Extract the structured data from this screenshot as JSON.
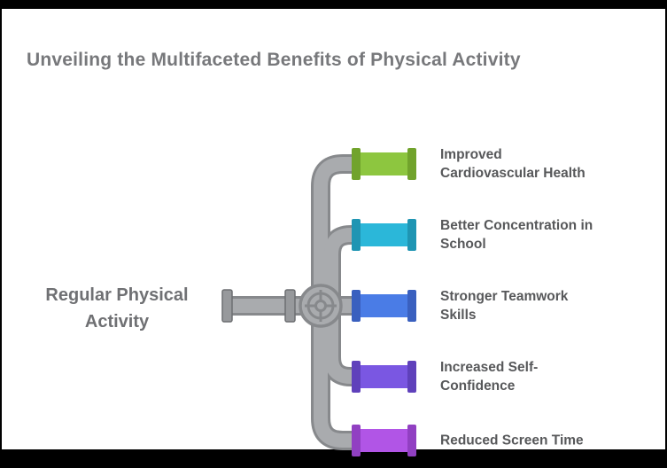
{
  "title": "Unveiling the Multifaceted Benefits of Physical Activity",
  "source": {
    "label": "Regular Physical Activity",
    "lines": [
      "Regular Physical",
      "Activity"
    ]
  },
  "colors": {
    "title_text": "#77787b",
    "label_text": "#57585a",
    "pipe_light": "#a9abae",
    "pipe_outline": "#87898c"
  },
  "benefits": [
    {
      "label": "Improved Cardiovascular Health",
      "lines": [
        "Improved",
        "Cardiovascular Health"
      ],
      "color": "#8dc63f",
      "cap_color": "#71a32c"
    },
    {
      "label": "Better Concentration in School",
      "lines": [
        "Better Concentration in",
        "School"
      ],
      "color": "#2bb7d9",
      "cap_color": "#1f95b3"
    },
    {
      "label": "Stronger Teamwork Skills",
      "lines": [
        "Stronger Teamwork",
        "Skills"
      ],
      "color": "#4a7ce6",
      "cap_color": "#3a60bf"
    },
    {
      "label": "Increased Self-Confidence",
      "lines": [
        "Increased Self-",
        "Confidence"
      ],
      "color": "#7a57e2",
      "cap_color": "#5f41bb"
    },
    {
      "label": "Reduced Screen Time",
      "lines": [
        "Reduced Screen Time"
      ],
      "color": "#b155e6",
      "cap_color": "#9140c2"
    }
  ]
}
